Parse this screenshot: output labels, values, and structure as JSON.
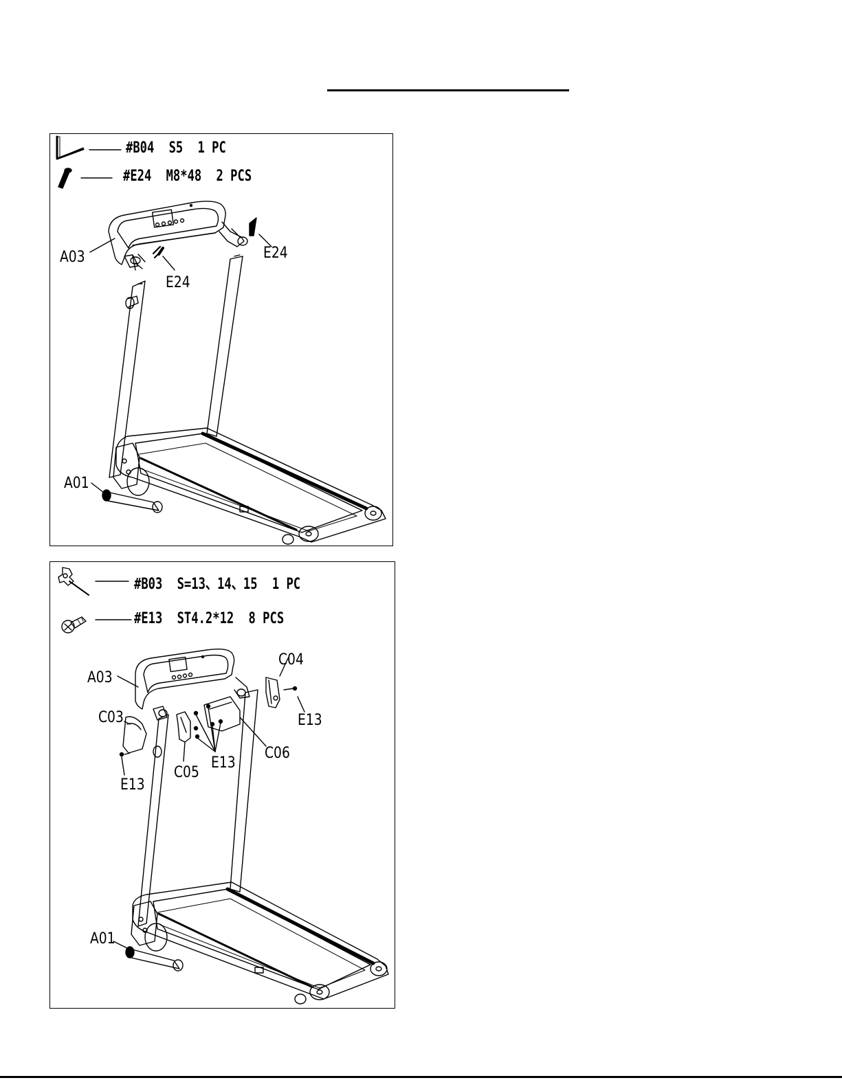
{
  "step1": {
    "hardware": [
      {
        "code": "#B04",
        "size": "S5",
        "qty": "1 PC",
        "icon": "allen-key-icon"
      },
      {
        "code": "#E24",
        "size": "M8*48",
        "qty": "2 PCS",
        "icon": "bolt-icon"
      }
    ],
    "callouts": {
      "a03": "A03",
      "e24_left": "E24",
      "e24_right": "E24",
      "a01": "A01"
    }
  },
  "step2": {
    "hardware": [
      {
        "code": "#B03",
        "size": "S=13、14、15",
        "qty": "1 PC",
        "icon": "wrench-screwdriver-icon"
      },
      {
        "code": "#E13",
        "size": "ST4.2*12",
        "qty": "8 PCS",
        "icon": "screw-icon"
      }
    ],
    "callouts": {
      "a03": "A03",
      "c04": "C04",
      "c03": "C03",
      "e13_right": "E13",
      "e13_left": "E13",
      "e13_center": "E13",
      "c05": "C05",
      "c06": "C06",
      "a01": "A01"
    }
  }
}
